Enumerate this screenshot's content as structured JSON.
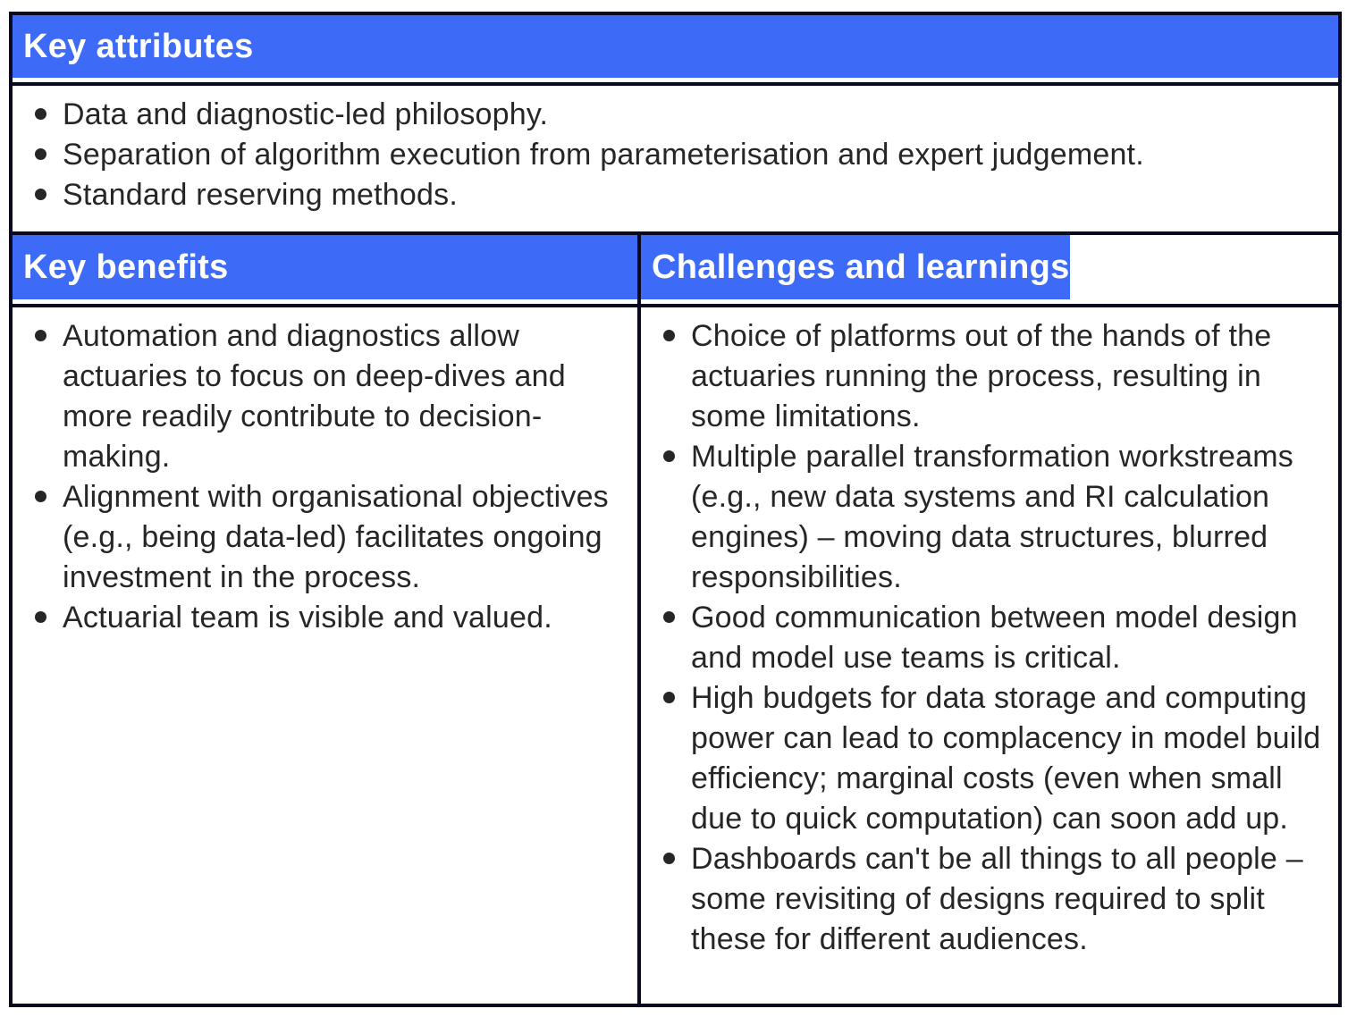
{
  "colors": {
    "header_bg": "#3d6af7",
    "header_text": "#ffffff",
    "border": "#0a0a1f",
    "body_text": "#262626",
    "page_bg": "#ffffff"
  },
  "sections": {
    "attributes": {
      "title": "Key attributes",
      "items": [
        "Data and diagnostic-led philosophy.",
        "Separation of algorithm execution from parameterisation and expert judgement.",
        "Standard reserving methods."
      ]
    },
    "benefits": {
      "title": "Key benefits",
      "items": [
        "Automation and diagnostics allow actuaries to focus on deep-dives and more readily contribute to decision-making.",
        "Alignment with organisational objectives (e.g., being data-led) facilitates ongoing investment in the process.",
        "Actuarial team is visible and valued."
      ]
    },
    "challenges": {
      "title": "Challenges and learnings",
      "items": [
        "Choice of platforms out of the hands of the actuaries running the process, resulting in some limitations.",
        "Multiple parallel transformation workstreams (e.g., new data systems and RI calculation engines) – moving data structures, blurred responsibilities.",
        "Good communication between model design and model use teams is critical.",
        "High budgets for data storage and computing power can lead to complacency in model build efficiency; marginal costs (even when small due to quick computation) can soon add up.",
        "Dashboards can't be all things to all people – some revisiting of designs required to split these for different audiences."
      ]
    }
  }
}
